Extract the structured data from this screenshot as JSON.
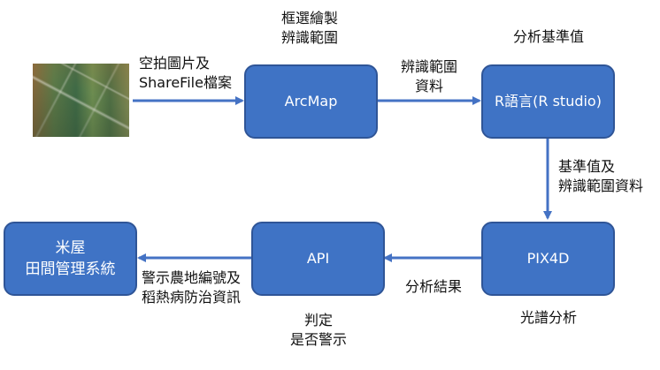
{
  "diagram": {
    "nodes": {
      "arcmap": "ArcMap",
      "r_lang": "R語言(R studio)",
      "pix4d": "PIX4D",
      "api": "API",
      "system": "米屋\n田間管理系統"
    },
    "captions": {
      "arcmap_top": "框選繪製\n辨識範圍",
      "r_top": "分析基準值",
      "pix4d_bottom": "光譜分析",
      "api_bottom": "判定\n是否警示"
    },
    "edges": {
      "photo_to_arcmap": "空拍圖片及\nShareFile檔案",
      "arcmap_to_r": "辨識範圍\n資料",
      "r_to_pix4d": "基準值及\n辨識範圍資料",
      "pix4d_to_api": "分析結果",
      "api_to_system": "警示農地編號及\n稻熱病防治資訊"
    },
    "arrow_color": "#4472c4",
    "node_fill": "#3f73c5",
    "node_border": "#2f5597"
  }
}
